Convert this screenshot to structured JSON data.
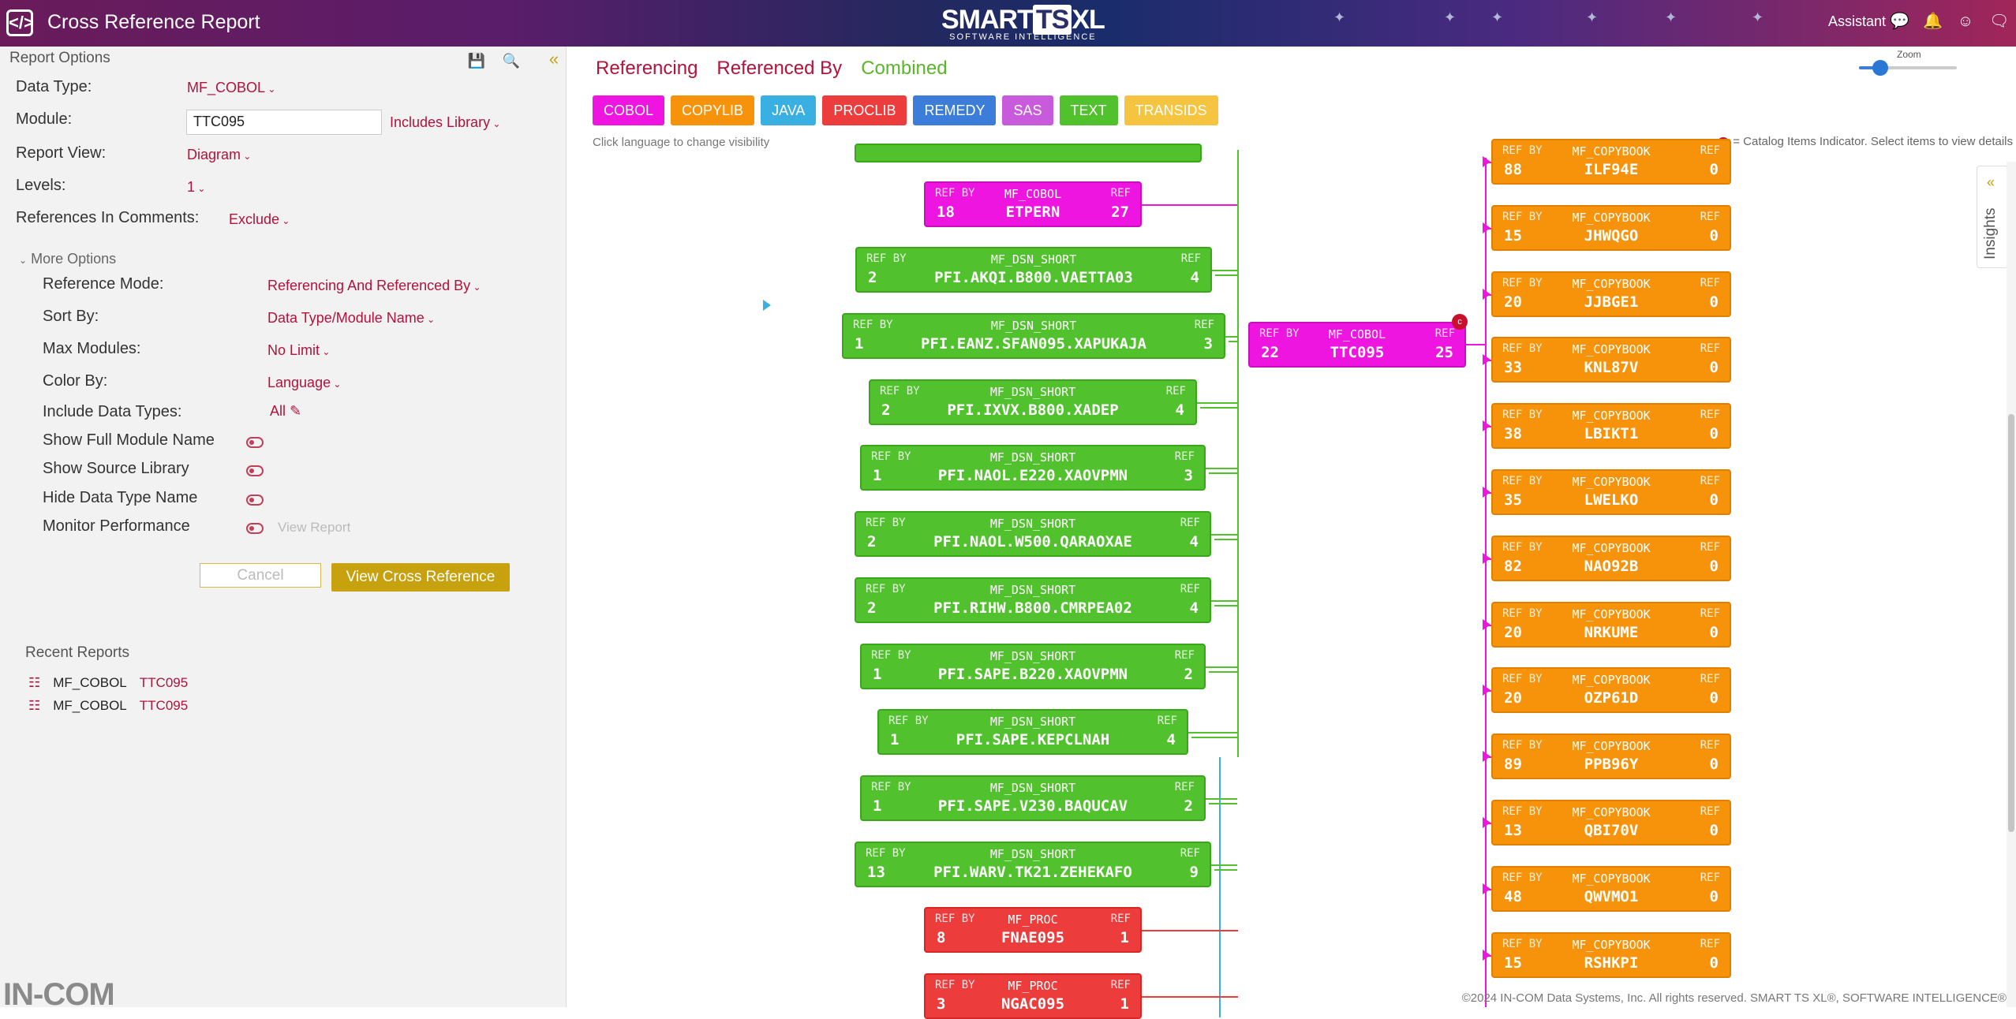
{
  "header": {
    "logo_glyph": "</>",
    "title": "Cross Reference Report",
    "brand_main": "SMART",
    "brand_ts": "TS",
    "brand_xl": "XL",
    "brand_sub": "SOFTWARE INTELLIGENCE",
    "assistant_label": "Assistant"
  },
  "left": {
    "section_title": "Report Options",
    "data_type_label": "Data Type:",
    "data_type_value": "MF_COBOL",
    "module_label": "Module:",
    "module_value": "TTC095",
    "includes_library": "Includes Library",
    "report_view_label": "Report View:",
    "report_view_value": "Diagram",
    "levels_label": "Levels:",
    "levels_value": "1",
    "ref_comments_label": "References In Comments:",
    "ref_comments_value": "Exclude",
    "more_options": "More Options",
    "ref_mode_label": "Reference Mode:",
    "ref_mode_value": "Referencing And Referenced By",
    "sort_label": "Sort By:",
    "sort_value": "Data Type/Module Name",
    "max_label": "Max Modules:",
    "max_value": "No Limit",
    "color_label": "Color By:",
    "color_value": "Language",
    "include_label": "Include Data Types:",
    "include_value": "All",
    "show_full": "Show Full Module Name",
    "show_source": "Show Source Library",
    "hide_type": "Hide Data Type Name",
    "monitor": "Monitor Performance",
    "view_report": "View Report",
    "cancel": "Cancel",
    "view_xref": "View Cross Reference",
    "recent_title": "Recent Reports",
    "recent": [
      {
        "type": "MF_COBOL",
        "module": "TTC095"
      },
      {
        "type": "MF_COBOL",
        "module": "TTC095"
      }
    ],
    "brand_bottom": "IN-COM"
  },
  "main": {
    "tabs": {
      "referencing": "Referencing",
      "referenced_by": "Referenced By",
      "combined": "Combined"
    },
    "languages": [
      {
        "label": "COBOL",
        "color": "#ef15e0"
      },
      {
        "label": "COPYLIB",
        "color": "#f7930a"
      },
      {
        "label": "JAVA",
        "color": "#3ab0e2"
      },
      {
        "label": "PROCLIB",
        "color": "#ec3c3c"
      },
      {
        "label": "REMEDY",
        "color": "#3b7dd8"
      },
      {
        "label": "SAS",
        "color": "#c85bdc"
      },
      {
        "label": "TEXT",
        "color": "#52c12e"
      },
      {
        "label": "TRANSIDS",
        "color": "#f5c542"
      }
    ],
    "hint": "Click language to change visibility",
    "catalog_hint": "= Catalog Items Indicator. Select items to view details",
    "catalog_glyph": "c",
    "zoom_label": "Zoom",
    "zoom_level": 0.22,
    "insights": "Insights",
    "footer": "©2024 IN-COM Data Systems, Inc. All rights reserved. SMART TS XL®, SOFTWARE INTELLIGENCE®"
  },
  "diagram": {
    "ref_by_label": "REF BY",
    "ref_label": "REF",
    "center": {
      "type": "MF_COBOL",
      "name": "TTC095",
      "ref_by": "22",
      "ref": "25"
    },
    "left_nodes": [
      {
        "type": "MF_COBOL",
        "name": "ETPERN",
        "ref_by": "18",
        "ref": "27",
        "color": "m"
      },
      {
        "type": "MF_DSN_SHORT",
        "name": "PFI.AKQI.B800.VAETTA03",
        "ref_by": "2",
        "ref": "4",
        "color": "g"
      },
      {
        "type": "MF_DSN_SHORT",
        "name": "PFI.EANZ.SFAN095.XAPUKAJA",
        "ref_by": "1",
        "ref": "3",
        "color": "g"
      },
      {
        "type": "MF_DSN_SHORT",
        "name": "PFI.IXVX.B800.XADEP",
        "ref_by": "2",
        "ref": "4",
        "color": "g"
      },
      {
        "type": "MF_DSN_SHORT",
        "name": "PFI.NAOL.E220.XAOVPMN",
        "ref_by": "1",
        "ref": "3",
        "color": "g"
      },
      {
        "type": "MF_DSN_SHORT",
        "name": "PFI.NAOL.W500.QARAOXAE",
        "ref_by": "2",
        "ref": "4",
        "color": "g"
      },
      {
        "type": "MF_DSN_SHORT",
        "name": "PFI.RIHW.B800.CMRPEA02",
        "ref_by": "2",
        "ref": "4",
        "color": "g"
      },
      {
        "type": "MF_DSN_SHORT",
        "name": "PFI.SAPE.B220.XAOVPMN",
        "ref_by": "1",
        "ref": "2",
        "color": "g"
      },
      {
        "type": "MF_DSN_SHORT",
        "name": "PFI.SAPE.KEPCLNAH",
        "ref_by": "1",
        "ref": "4",
        "color": "g"
      },
      {
        "type": "MF_DSN_SHORT",
        "name": "PFI.SAPE.V230.BAQUCAV",
        "ref_by": "1",
        "ref": "2",
        "color": "g"
      },
      {
        "type": "MF_DSN_SHORT",
        "name": "PFI.WARV.TK21.ZEHEKAFO",
        "ref_by": "13",
        "ref": "9",
        "color": "g"
      },
      {
        "type": "MF_PROC",
        "name": "FNAE095",
        "ref_by": "8",
        "ref": "1",
        "color": "r"
      },
      {
        "type": "MF_PROC",
        "name": "NGAC095",
        "ref_by": "3",
        "ref": "1",
        "color": "r"
      }
    ],
    "right_nodes": [
      {
        "type": "MF_COPYBOOK",
        "name": "ILF94E",
        "ref_by": "88",
        "ref": "0"
      },
      {
        "type": "MF_COPYBOOK",
        "name": "JHWQGO",
        "ref_by": "15",
        "ref": "0"
      },
      {
        "type": "MF_COPYBOOK",
        "name": "JJBGE1",
        "ref_by": "20",
        "ref": "0"
      },
      {
        "type": "MF_COPYBOOK",
        "name": "KNL87V",
        "ref_by": "33",
        "ref": "0"
      },
      {
        "type": "MF_COPYBOOK",
        "name": "LBIKT1",
        "ref_by": "38",
        "ref": "0"
      },
      {
        "type": "MF_COPYBOOK",
        "name": "LWELKO",
        "ref_by": "35",
        "ref": "0"
      },
      {
        "type": "MF_COPYBOOK",
        "name": "NAO92B",
        "ref_by": "82",
        "ref": "0"
      },
      {
        "type": "MF_COPYBOOK",
        "name": "NRKUME",
        "ref_by": "20",
        "ref": "0"
      },
      {
        "type": "MF_COPYBOOK",
        "name": "OZP61D",
        "ref_by": "20",
        "ref": "0"
      },
      {
        "type": "MF_COPYBOOK",
        "name": "PPB96Y",
        "ref_by": "89",
        "ref": "0"
      },
      {
        "type": "MF_COPYBOOK",
        "name": "QBI70V",
        "ref_by": "13",
        "ref": "0"
      },
      {
        "type": "MF_COPYBOOK",
        "name": "QWVMO1",
        "ref_by": "48",
        "ref": "0"
      },
      {
        "type": "MF_COPYBOOK",
        "name": "RSHKPI",
        "ref_by": "15",
        "ref": "0"
      }
    ]
  }
}
